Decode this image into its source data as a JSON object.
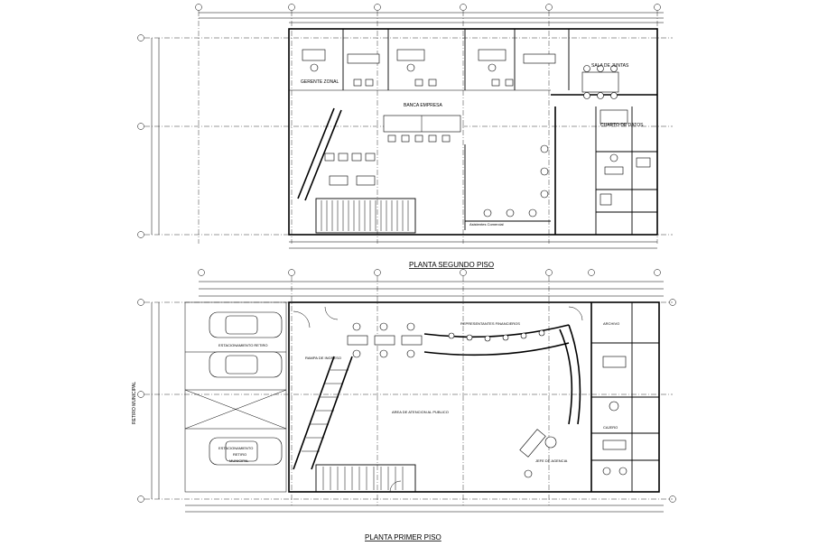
{
  "plans": {
    "upper": {
      "title": "PLANTA SEGUNDO PISO",
      "rooms": {
        "sala_juntas": "SALA DE JUNTAS",
        "banca_empresa": "BANCA EMPRESA",
        "cuarto_dat": "CUARTO DE DATOS",
        "gerente": "GERENTE ZONAL",
        "asistentes": "Asistentes Comercial"
      }
    },
    "lower": {
      "title": "PLANTA PRIMER PISO",
      "rooms": {
        "estacionamiento_1": "ESTACIONAMIENTO RETIRO",
        "estacionamiento_2_line1": "ESTACIONAMIENTO",
        "estacionamiento_2_line2": "RETIRO",
        "estacionamiento_2_line3": "MUNICIPAL",
        "area_atencion": "AREA DE ATENCION AL PUBLICO",
        "representantes": "REPRESENTANTES FINANCIEROS",
        "archivo": "ARCHIVO",
        "jefe_agencia": "JEFE DE AGENCIA",
        "cajero": "CAJERO",
        "rampa": "RAMPA DE INGRESO"
      },
      "side_label": "RETIRO MUNICIPAL"
    }
  }
}
